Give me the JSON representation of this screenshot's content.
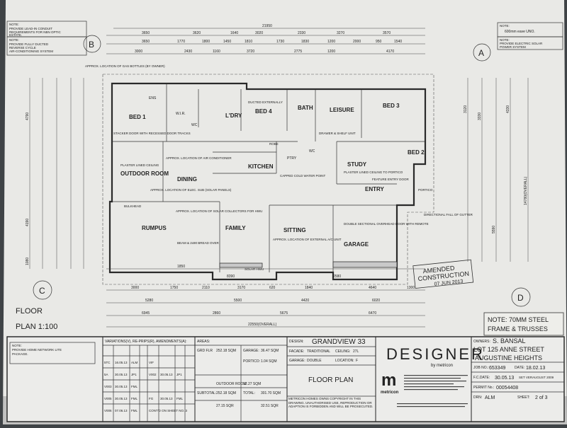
{
  "notes": {
    "top_left": [
      "NOTE:",
      "PROVIDE LEAD-IN CONDUIT",
      "REQUIREMENTS FOR NBN OPTIC",
      "ESTATE.",
      "NOTE:",
      "PROVIDE FULLY DUCTED",
      "REVERSE CYCLE",
      "AIR-CONDITIONING SYSTEM"
    ],
    "top_right": [
      "NOTE:",
      "600mm eave UNO.",
      "NOTE:",
      "PROVIDE ELECTRIC SOLAR",
      "POWER SYSTEM"
    ],
    "bottom_right": [
      "NOTE: 70MM STEEL",
      "FRAME & TRUSSES"
    ],
    "network": [
      "NOTE:",
      "PROVIDE HOME NETWORK LITE",
      "PACKAGE."
    ]
  },
  "grid_markers": [
    "A",
    "B",
    "C",
    "D"
  ],
  "dimensions": {
    "top_overall": "21950",
    "top_row1": [
      "3650",
      "3620",
      "1640",
      "3020",
      "2330",
      "3270",
      "3570"
    ],
    "top_row2": [
      "3650",
      "1770",
      "1800",
      "1450",
      "1810",
      "1730",
      "1830",
      "1200",
      "2000",
      "950",
      "1540"
    ],
    "top_row3": [
      "3000",
      "2430",
      "1160",
      "3720",
      "2775",
      "1200",
      "4170"
    ],
    "bottom_row1": [
      "3000",
      "1750",
      "2110",
      "3170",
      "620",
      "1840",
      "4640",
      "1300"
    ],
    "bottom_row2": [
      "5280",
      "4420",
      "6020"
    ],
    "bottom_row3": [
      "6945",
      "2860",
      "5675",
      "6470"
    ],
    "bottom_overall": "22550(OVERALL)",
    "mid_bottom": [
      "1850",
      "8390",
      "2580",
      "5500"
    ],
    "left_vertical": [
      "4790",
      "4190",
      "1080"
    ],
    "right_vertical": [
      "3120",
      "3330",
      "4330",
      "5590",
      "14780(OVERALL)"
    ]
  },
  "rooms": [
    "BED 1",
    "W.I.R.",
    "L'DRY",
    "BED 4",
    "BATH",
    "LEISURE",
    "BED 3",
    "OUTDOOR ROOM",
    "DINING",
    "KITCHEN",
    "PTRY",
    "STUDY",
    "ENTRY",
    "BED 2",
    "RUMPUS",
    "FAMILY",
    "SITTING",
    "GARAGE",
    "WC",
    "ENS",
    "WC"
  ],
  "annotations": [
    "APPROX. LOCATION OF GAS BOTTLES (BY OWNER)",
    "STACKER DOOR WITH RECESSED DOOR TRACKS",
    "PLASTER LINED CEILING",
    "APPROX. LOCATION OF AIR CONDITIONER",
    "APPROX. LOCATION OF ELEC. SUB (SOLAR PANELS)",
    "APPROX. LOCATION OF SOLAR COLLECTORS FOR HWU",
    "BEAM & 2x90 BREAD OVER",
    "APPROX. LOCATION OF EXTERNAL A/C UNIT",
    "DOUBLE SECTIONAL OVERHEAD DOOR WITH REMOTE",
    "PLASTER LINED CEILING TO PORTICO",
    "FEATURE ENTRY DOOR",
    "DIRECTIONAL FALL OF GUTTER",
    "PORTICO",
    "SOLAR HWU",
    "BULKHEAD",
    "DRAWER & SHELF UNIT",
    "ROBE",
    "CAPPED COLD WATER POINT",
    "DUCTED EXTERNALLY"
  ],
  "stamp": {
    "line1": "AMENDED",
    "line2": "CONSTRUCTION",
    "date": "07 JUN 2013"
  },
  "floor_plan_label": [
    "FLOOR",
    "PLAN 1:100"
  ],
  "title_block": {
    "variations_header": "VARIATIONS(V), RE-PRIPS(R), AMENDMENTS(A):",
    "variation_rows": [
      {
        "code": "5TC",
        "date": "16.05.13",
        "drawn": "ALM",
        "code2": "VIF",
        "date2": "",
        "drawn2": ""
      },
      {
        "code": "5A",
        "date": "30.05.13",
        "drawn": "JP1",
        "code2": "V002",
        "date2": "30.05.13",
        "drawn2": "JP1"
      },
      {
        "code": "V003",
        "date": "30.05.13",
        "drawn": "FML",
        "code2": "",
        "date2": "",
        "drawn2": ""
      },
      {
        "code": "V005",
        "date": "30.05.13",
        "drawn": "FML",
        "code2": "FG",
        "date2": "30.05.13",
        "drawn2": "FML"
      },
      {
        "code": "V006",
        "date": "07.06.13",
        "drawn": "FML",
        "code2": "CONT'D ON SHEET NO. 3",
        "date2": "",
        "drawn2": ""
      }
    ],
    "areas_header": "AREAS:",
    "areas": [
      {
        "label": "GRD FLR",
        "value": "252.18 SQM"
      },
      {
        "label": "OUTDOOR ROOM",
        "value": "12.27 SQM"
      },
      {
        "label": "SUBTOTAL:",
        "value": "252.18 SQM"
      },
      {
        "label": "",
        "value": "27.15 SQR"
      }
    ],
    "areas2": [
      {
        "label": "GARAGE:",
        "value": "36.47 SQM"
      },
      {
        "label": "PORTICO:",
        "value": "1.04 SQM"
      },
      {
        "label": "TOTAL:",
        "value": "301.70 SQM"
      },
      {
        "label": "",
        "value": "32.51 SQR"
      }
    ],
    "design_label": "DESIGN:",
    "design_value": "GRANDVIEW 33",
    "facade_label": "FACADE:",
    "facade_value": "TRADITIONAL",
    "ceiling_label": "CEILING:",
    "ceiling_value": "27L",
    "garage_label": "GARAGE:",
    "garage_value": "DOUBLE",
    "location_label": "LOCATION:",
    "location_value": "F",
    "sheet_title": "FLOOR PLAN",
    "copyright": "METRICON HOMES OWNS COPYRIGHT IN THIS DRAWING. UNAUTHORISED USE, REPRODUCTION OR ADAPTION IS FORBIDDEN AND WILL BE PROSECUTED.",
    "brand": "DESIGNER",
    "brand_sub": "by metricon",
    "logo_letter": "m",
    "logo_name": "metricon",
    "owners_label": "OWNERS:",
    "owners": "S. BANSAL",
    "lot": "LOT 125 ANNE STREET",
    "suburb": "AUGUSTINE HEIGHTS",
    "job_label": "JOB NO.:",
    "job_no": "653349",
    "date_label": "DATE:",
    "date": "18.02.13",
    "fcdate_label": "F.C.DATE:",
    "fcdate": "30.05.13",
    "set_label": "SET VERAUGUST 2009",
    "permit_label": "PERMIT No.:",
    "permit": "00054408",
    "drawn_label": "DRN:",
    "drawn": "ALM",
    "sheet_label": "SHEET:",
    "sheet": "2 of 3"
  }
}
